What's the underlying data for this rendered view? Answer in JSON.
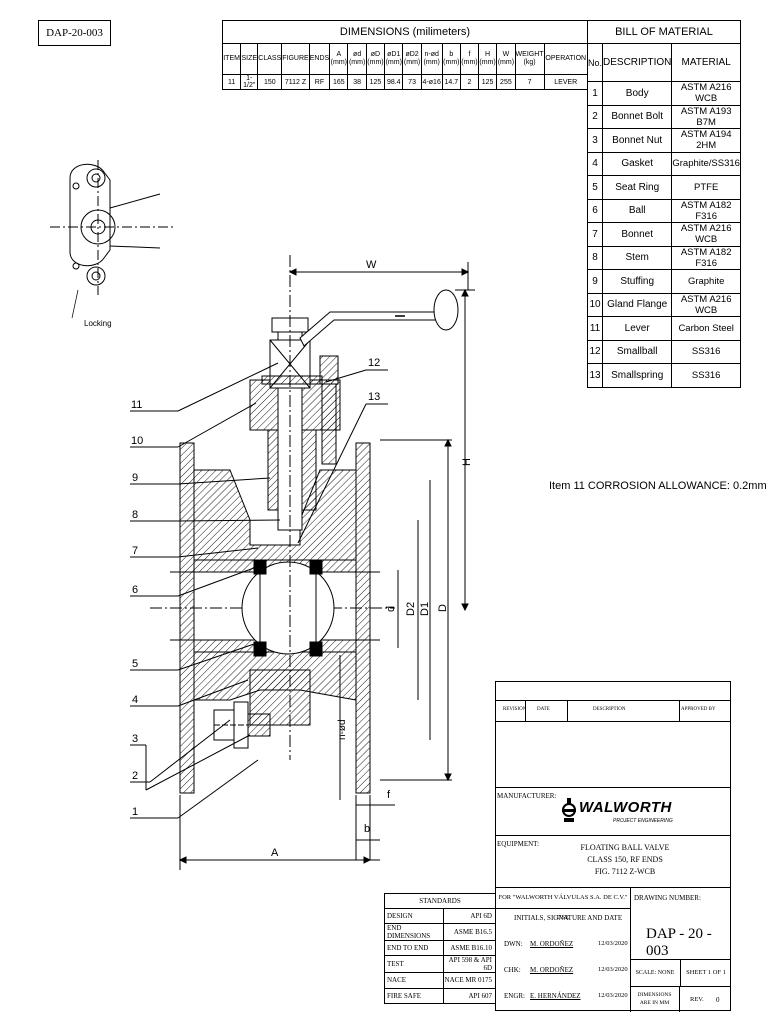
{
  "doc_id": "DAP-20-003",
  "dimensions": {
    "title": "DIMENSIONS (milimeters)",
    "headers": [
      [
        "ITEM"
      ],
      [
        "SIZE"
      ],
      [
        "CLASS"
      ],
      [
        "FIGURE"
      ],
      [
        "ENDS"
      ],
      [
        "A",
        "(mm)"
      ],
      [
        "ød",
        "(mm)"
      ],
      [
        "øD",
        "(mm)"
      ],
      [
        "øD1",
        "(mm)"
      ],
      [
        "øD2",
        "(mm)"
      ],
      [
        "n-ød",
        "(mm)"
      ],
      [
        "b",
        "(mm)"
      ],
      [
        "f",
        "(mm)"
      ],
      [
        "H",
        "(mm)"
      ],
      [
        "W",
        "(mm)"
      ],
      [
        "WEIGHT",
        "(kg)"
      ],
      [
        "OPERATION"
      ]
    ],
    "row": [
      "11",
      "1-1/2\"",
      "150",
      "7112 Z",
      "RF",
      "165",
      "38",
      "125",
      "98.4",
      "73",
      "4-ø16",
      "14.7",
      "2",
      "125",
      "255",
      "7",
      "LEVER"
    ]
  },
  "bom": {
    "title": "BILL OF MATERIAL",
    "headers": [
      "No.",
      "DESCRIPTION",
      "MATERIAL"
    ],
    "rows": [
      [
        "1",
        "Body",
        "ASTM A216 WCB"
      ],
      [
        "2",
        "Bonnet Bolt",
        "ASTM A193 B7M"
      ],
      [
        "3",
        "Bonnet Nut",
        "ASTM A194 2HM"
      ],
      [
        "4",
        "Gasket",
        "Graphite/SS316"
      ],
      [
        "5",
        "Seat Ring",
        "PTFE"
      ],
      [
        "6",
        "Ball",
        "ASTM A182 F316"
      ],
      [
        "7",
        "Bonnet",
        "ASTM A216 WCB"
      ],
      [
        "8",
        "Stem",
        "ASTM A182 F316"
      ],
      [
        "9",
        "Stuffing",
        "Graphite"
      ],
      [
        "10",
        "Gland Flange",
        "ASTM A216 WCB"
      ],
      [
        "11",
        "Lever",
        "Carbon Steel"
      ],
      [
        "12",
        "Smallball",
        "SS316"
      ],
      [
        "13",
        "Smallspring",
        "SS316"
      ]
    ]
  },
  "corrosion_note": "Item 11 CORROSION ALLOWANCE: 0.2mm",
  "drawing": {
    "locking_label": "Locking",
    "item_labels": [
      "11",
      "10",
      "9",
      "8",
      "7",
      "6",
      "5",
      "4",
      "3",
      "2",
      "1",
      "12",
      "13"
    ],
    "dim_labels": {
      "W": "W",
      "H": "H",
      "d": "d",
      "D2": "D2",
      "D1": "D1",
      "D": "D",
      "nd": "n-ød",
      "f": "f",
      "b": "b",
      "A": "A"
    }
  },
  "revisions": {
    "headers": [
      "REVISION",
      "DATE",
      "DESCRIPTION",
      "APPROVED BY"
    ]
  },
  "manufacturer": {
    "label": "MANUFACTURER:",
    "brand": "WALWORTH",
    "tagline": "PROJECT ENGINEERING"
  },
  "equipment": {
    "label": "EQUIPMENT:",
    "lines": [
      "FLOATING BALL VALVE",
      "CLASS 150, RF ENDS",
      "FIG. 7112 Z-WCB"
    ]
  },
  "standards": {
    "title": "STANDARDS",
    "rows": [
      [
        "DESIGN",
        "API 6D"
      ],
      [
        "END DIMENSIONS",
        "ASME B16.5"
      ],
      [
        "END TO END",
        "ASME B16.10"
      ],
      [
        "TEST",
        "API 598 & API 6D"
      ],
      [
        "NACE",
        "NACE MR 0175"
      ],
      [
        "FIRE SAFE",
        "API 607"
      ]
    ]
  },
  "signatures": {
    "use_line": "FOR \"WALWORTH VÁLVULAS S.A. DE C.V.\" USE",
    "heading": "INITIALS, SIGNATURE AND DATE",
    "rows": [
      [
        "DWN:",
        "M. ORDOÑEZ",
        "12/03/2020"
      ],
      [
        "CHK:",
        "M. ORDOÑEZ",
        "12/03/2020"
      ],
      [
        "ENGR:",
        "E. HERNÁNDEZ",
        "12/03/2020"
      ]
    ]
  },
  "drawing_number": {
    "label": "DRAWING NUMBER:",
    "value": "DAP - 20 - 003"
  },
  "scale": "SCALE: NONE",
  "sheet": "SHEET 1 OF 1",
  "units": [
    "DIMENSIONS",
    "ARE IN MM"
  ],
  "rev": "REV.",
  "rev_value": "0"
}
